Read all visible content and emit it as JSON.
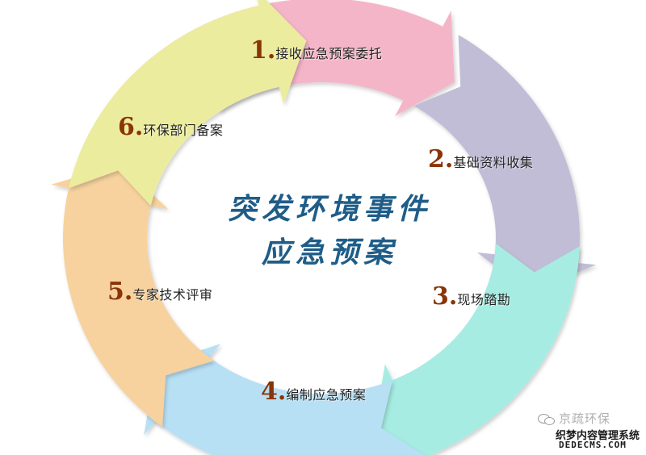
{
  "diagram": {
    "center_line1": "突发环境事件",
    "center_line2": "应急预案",
    "steps": [
      {
        "num": "1.",
        "label": "接收应急预案委托",
        "color": "#f5b5c8"
      },
      {
        "num": "2.",
        "label": "基础资料收集",
        "color": "#c2bdd6"
      },
      {
        "num": "3.",
        "label": "现场踏勘",
        "color": "#a6ece2"
      },
      {
        "num": "4.",
        "label": "编制应急预案",
        "color": "#b8e0f4"
      },
      {
        "num": "5.",
        "label": "专家技术评审",
        "color": "#f7d29e"
      },
      {
        "num": "6.",
        "label": "环保部门备案",
        "color": "#ecec9e"
      }
    ]
  },
  "watermark": {
    "wechat": "京疏环保",
    "line1": "织梦内容管理系统",
    "line2": "DEDECMS.COM"
  }
}
